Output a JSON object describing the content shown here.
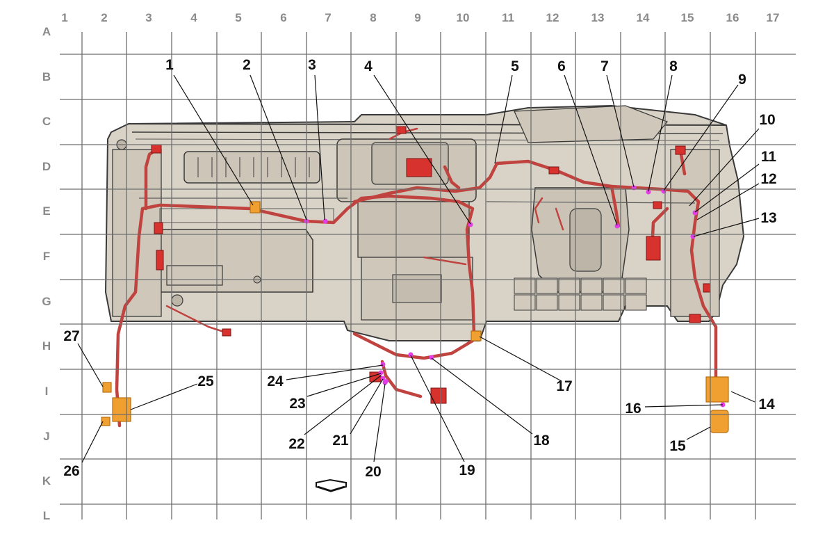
{
  "grid": {
    "columns": [
      "1",
      "2",
      "3",
      "4",
      "5",
      "6",
      "7",
      "8",
      "9",
      "10",
      "11",
      "12",
      "13",
      "14",
      "15",
      "16",
      "17"
    ],
    "rows": [
      "A",
      "B",
      "C",
      "D",
      "E",
      "F",
      "G",
      "H",
      "I",
      "J",
      "K",
      "L"
    ]
  },
  "callouts": [
    "1",
    "2",
    "3",
    "4",
    "5",
    "6",
    "7",
    "8",
    "9",
    "10",
    "11",
    "12",
    "13",
    "14",
    "15",
    "16",
    "17",
    "18",
    "19",
    "20",
    "21",
    "22",
    "23",
    "24",
    "25",
    "26",
    "27"
  ],
  "colors": {
    "panel_fill": "#d9d3c7",
    "panel_stroke": "#3a3a3a",
    "harness": "#c0433f",
    "connector_point": "#e23de6",
    "component_orange": "#f0a030",
    "grid_line": "#6e6e6e",
    "label_gray": "#8a8a8a"
  },
  "icons": {
    "front_direction_arrow": "front-direction-arrow-icon"
  }
}
